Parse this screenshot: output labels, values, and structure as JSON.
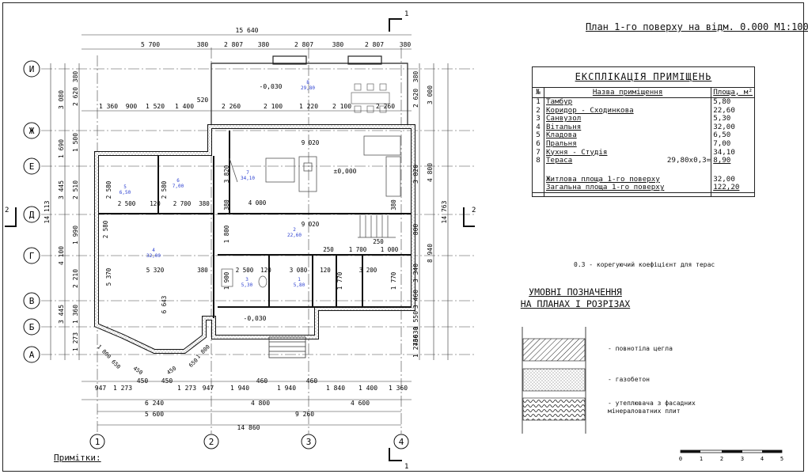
{
  "title": "План 1-го поверху на відм. 0.000 М1:100",
  "explication": {
    "title": "ЕКСПЛІКАЦІЯ ПРИМІЩЕНЬ",
    "headers": [
      "№",
      "Назва приміщення",
      "Площа, м²"
    ],
    "rows": [
      {
        "num": "1",
        "name": "Тамбур",
        "area": "5,80"
      },
      {
        "num": "2",
        "name": "Коридор - Сходинкова",
        "area": "22,60"
      },
      {
        "num": "3",
        "name": "Санвузол",
        "area": "5,30"
      },
      {
        "num": "4",
        "name": "Вітальня",
        "area": "32,00"
      },
      {
        "num": "5",
        "name": "Кладова",
        "area": "6,50"
      },
      {
        "num": "6",
        "name": "Пральня",
        "area": "7,00"
      },
      {
        "num": "7",
        "name": "Кухня - Студія",
        "area": "34,10"
      },
      {
        "num": "8",
        "name": "Тераса",
        "formula": "29,80x0,3=",
        "area": "8,90"
      }
    ],
    "living_label": "Житлова площа 1-го поверху",
    "living_value": "32,00",
    "total_label": "Загальна площа 1-го поверху",
    "total_value": "122,20"
  },
  "coef_note": "0.3 - корегуючий коефіцієнт для терас",
  "legend": {
    "title_line1": "УМОВНІ ПОЗНАЧЕННЯ",
    "title_line2": "НА ПЛАНАХ І РОЗРІЗАХ",
    "items": [
      {
        "label": "- повнотіла цегла",
        "pattern": "hatch"
      },
      {
        "label": "- газобетон",
        "pattern": "dots"
      },
      {
        "label": "- утеплювача з фасадних",
        "label2": "мінераловатних плит",
        "pattern": "wool"
      }
    ]
  },
  "scale_bar": {
    "ticks": [
      "0",
      "1",
      "2",
      "3",
      "4",
      "5"
    ]
  },
  "notes_title": "Примітки:",
  "plan": {
    "row_axes": [
      "И",
      "Ж",
      "Е",
      "Д",
      "Г",
      "В",
      "Б",
      "А"
    ],
    "col_axes": [
      "1",
      "2",
      "3",
      "4"
    ],
    "section_marks": {
      "vertical": "1",
      "horizontal": "2"
    },
    "dims_top": [
      "15 640",
      "5 700",
      "380",
      "2 807",
      "380",
      "2 807",
      "380",
      "2 807",
      "380"
    ],
    "dims_top_inner": [
      "1 360",
      "900",
      "1 520",
      "1 400",
      "520",
      "2 260",
      "2 100",
      "1 220",
      "2 100",
      "2 260"
    ],
    "dims_bottom_1": [
      "947",
      "1 273",
      "450",
      "450",
      "1 273",
      "947",
      "1 940",
      "460",
      "1 940",
      "460",
      "1 840",
      "1 400",
      "1 360"
    ],
    "dims_bottom_2": [
      "6 240",
      "4 800",
      "4 600"
    ],
    "dims_bottom_3": [
      "5 600",
      "9 260"
    ],
    "dims_bottom_4": "14 860",
    "dims_left_1": [
      "380",
      "2 620",
      "1 500",
      "2 510",
      "1 990",
      "2 210",
      "1 360",
      "1 273"
    ],
    "dims_left_2": [
      "3 080",
      "1 690",
      "3 445",
      "4 100",
      "3 445"
    ],
    "dims_left_total": "14 113",
    "dims_right_1": [
      "380",
      "2 620",
      "3 820",
      "800",
      "3 340",
      "3 460",
      "1 550",
      "630",
      "460",
      "1 273"
    ],
    "dims_right_2": [
      "3 000",
      "4 800",
      "8 940"
    ],
    "dims_right_total": "14 763",
    "rooms": [
      {
        "num": "8",
        "area": "29,80"
      },
      {
        "num": "7",
        "area": "34,10"
      },
      {
        "num": "5",
        "area": "6,50"
      },
      {
        "num": "6",
        "area": "7,00"
      },
      {
        "num": "4",
        "area": "32,00"
      },
      {
        "num": "2",
        "area": "22,60"
      },
      {
        "num": "3",
        "area": "5,30"
      },
      {
        "num": "1",
        "area": "5,80"
      }
    ],
    "level_marks": [
      "-0,030",
      "±0,000",
      "-0,030"
    ],
    "inner_dims": [
      "9 020",
      "9 020",
      "2 500",
      "120",
      "2 700",
      "380",
      "4 000",
      "2 580",
      "2 580",
      "5 320",
      "6 643",
      "5 370",
      "380",
      "2 500",
      "120",
      "3 080",
      "120",
      "3 200",
      "250",
      "1 700",
      "1 000",
      "250",
      "1 900",
      "1 770",
      "1 770",
      "1 800",
      "3 820",
      "380",
      "380",
      "2 580"
    ],
    "bay_dims": [
      "1 800",
      "650",
      "450",
      "450",
      "650",
      "1 800"
    ]
  },
  "colors": {
    "line": "#1a1a1a",
    "room_label": "#2b3fd0",
    "accent": "#111111"
  }
}
